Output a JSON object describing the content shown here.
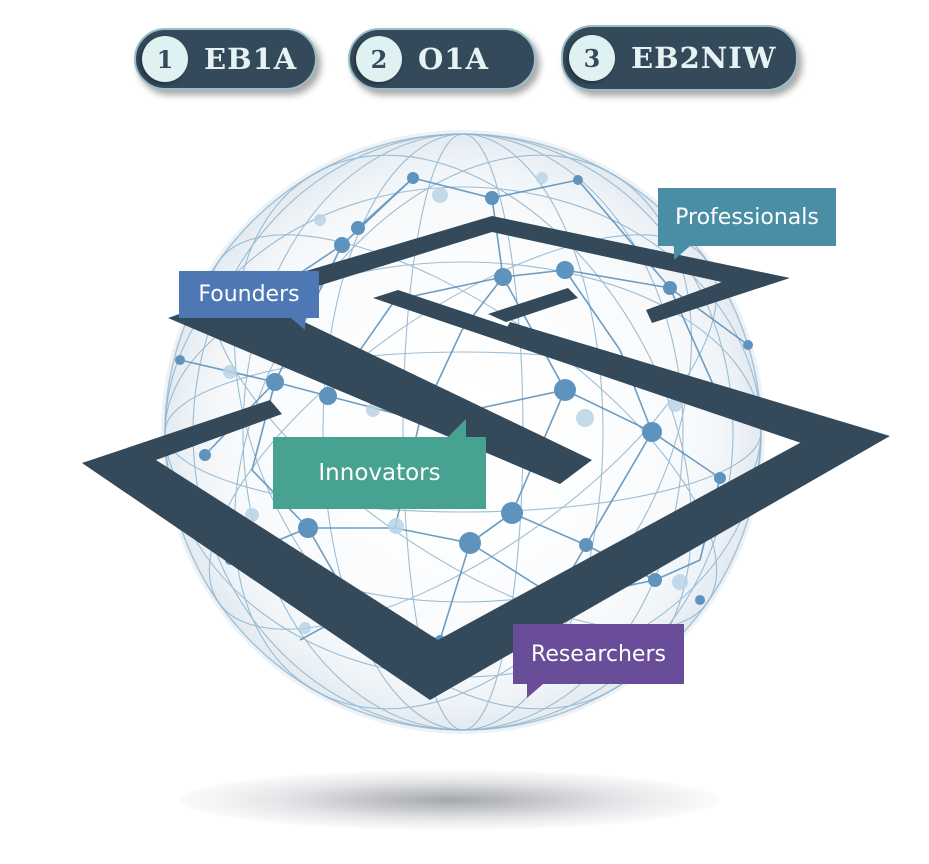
{
  "pills": [
    {
      "number": "1",
      "label": "EB1A"
    },
    {
      "number": "2",
      "label": "O1A"
    },
    {
      "number": "3",
      "label": "EB2NIW"
    }
  ],
  "callouts": {
    "professionals": "Professionals",
    "founders": "Founders",
    "innovators": "Innovators",
    "researchers": "Researchers"
  },
  "colors": {
    "pill_bg": "#344a5b",
    "pill_border": "#9bbfca",
    "maze": "#344a5b",
    "globe_lines": "#6b9cc0",
    "professionals": "#4a8ea5",
    "founders": "#4d78b3",
    "innovators": "#47a291",
    "researchers": "#6a4d98"
  },
  "icons": [
    "globe-network-illustration",
    "maze-logo"
  ]
}
